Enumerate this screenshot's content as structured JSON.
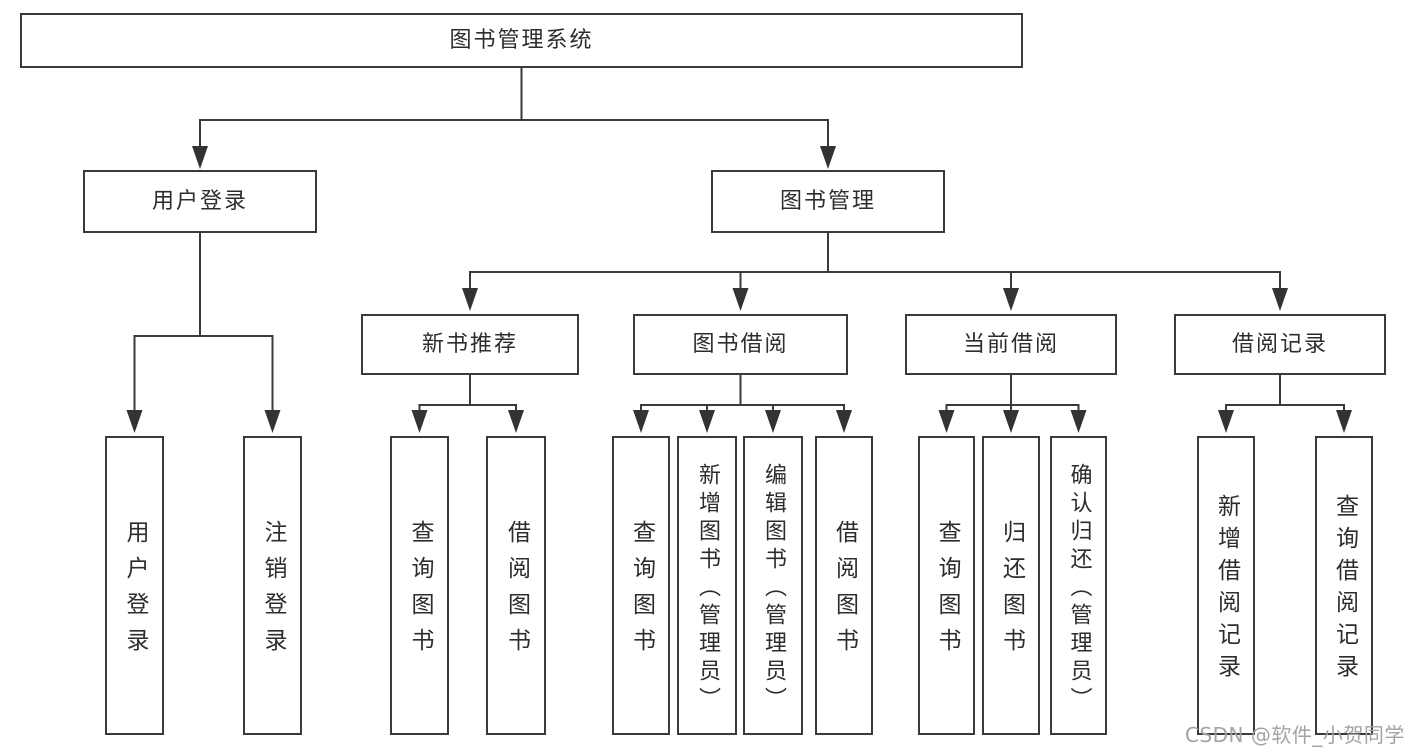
{
  "colors": {
    "line": "#3a3a3a",
    "text": "#2d2d2d",
    "watermark_text": "#a3a3a3",
    "box_fill": "#ffffff"
  },
  "watermark": "CSDN @软件_小贺同学",
  "tree": {
    "root": {
      "label": "图书管理系统"
    },
    "login": {
      "label": "用户登录",
      "children": [
        {
          "label": "用户登录"
        },
        {
          "label": "注销登录"
        }
      ]
    },
    "mgmt": {
      "label": "图书管理",
      "sections": [
        {
          "label": "新书推荐",
          "children": [
            {
              "label": "查询图书"
            },
            {
              "label": "借阅图书"
            }
          ]
        },
        {
          "label": "图书借阅",
          "children": [
            {
              "label": "查询图书"
            },
            {
              "label": "新增图书（管理员）"
            },
            {
              "label": "编辑图书（管理员）"
            },
            {
              "label": "借阅图书"
            }
          ]
        },
        {
          "label": "当前借阅",
          "children": [
            {
              "label": "查询图书"
            },
            {
              "label": "归还图书"
            },
            {
              "label": "确认归还（管理员）"
            }
          ]
        },
        {
          "label": "借阅记录",
          "children": [
            {
              "label": "新增借阅记录"
            },
            {
              "label": "查询借阅记录"
            }
          ]
        }
      ]
    }
  }
}
